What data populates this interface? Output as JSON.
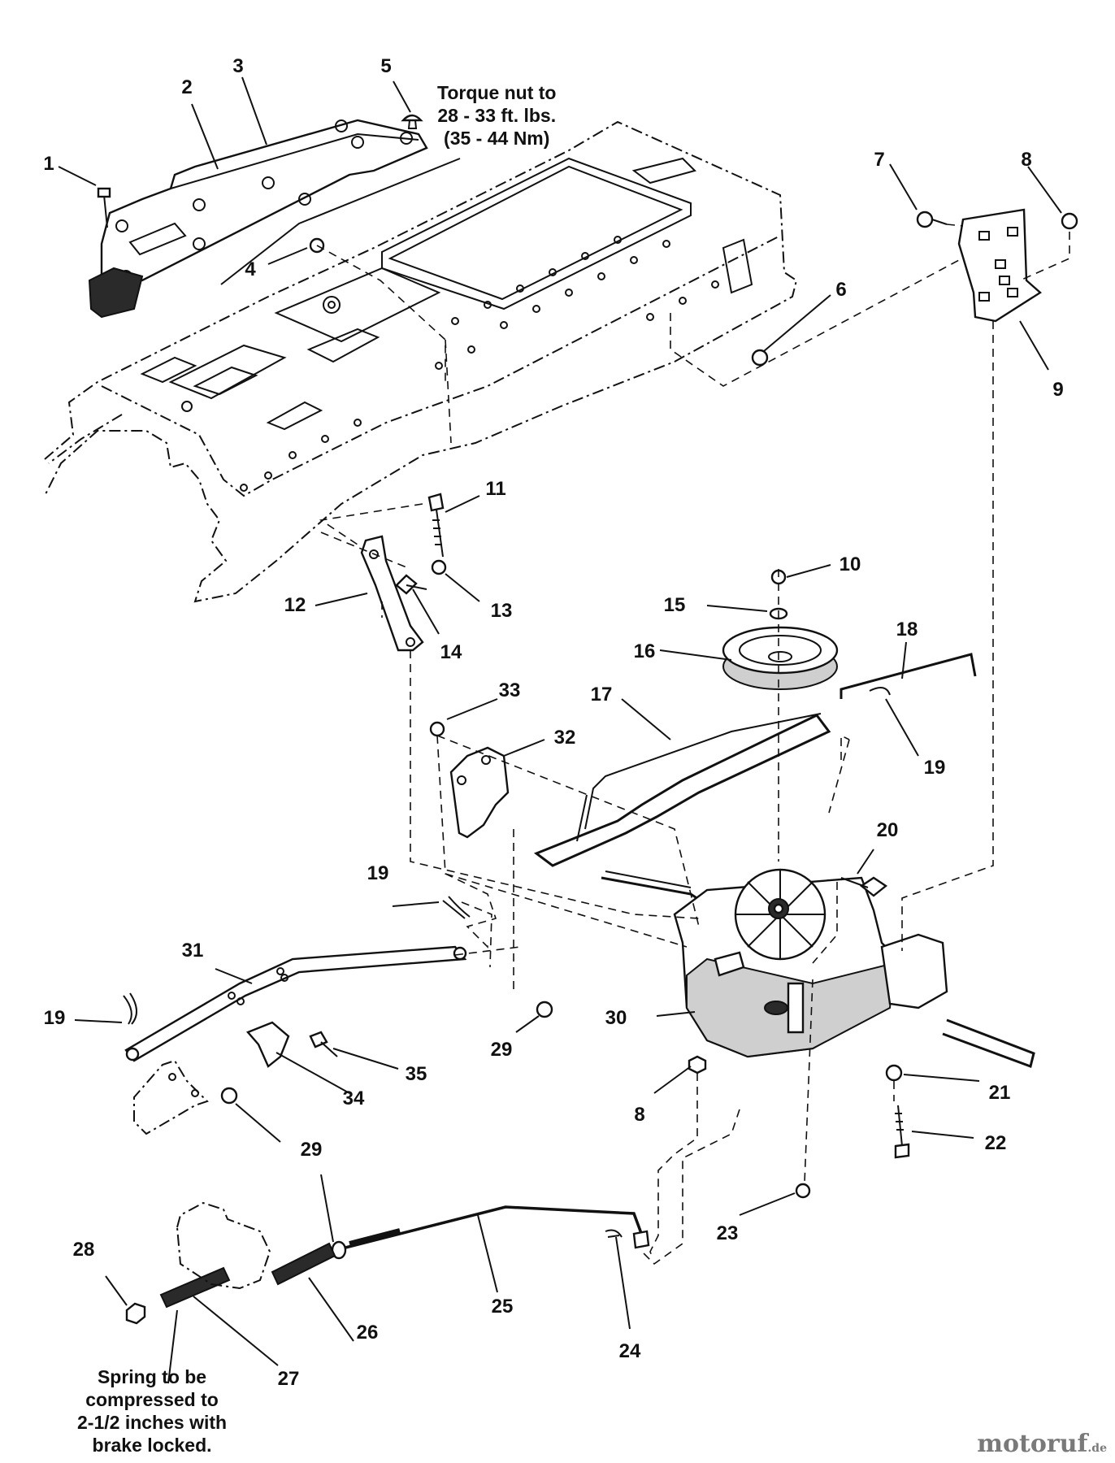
{
  "callouts": {
    "c1": "1",
    "c2": "2",
    "c3": "3",
    "c4": "4",
    "c5": "5",
    "c6": "6",
    "c7": "7",
    "c8a": "8",
    "c8b": "8",
    "c9": "9",
    "c10": "10",
    "c11": "11",
    "c12": "12",
    "c13": "13",
    "c14": "14",
    "c15": "15",
    "c16": "16",
    "c17": "17",
    "c18": "18",
    "c19a": "19",
    "c19b": "19",
    "c19c": "19",
    "c20": "20",
    "c21": "21",
    "c22": "22",
    "c23": "23",
    "c24": "24",
    "c25": "25",
    "c26": "26",
    "c27": "27",
    "c28": "28",
    "c29a": "29",
    "c29b": "29",
    "c30": "30",
    "c31": "31",
    "c32": "32",
    "c33": "33",
    "c34": "34",
    "c35": "35"
  },
  "notes": {
    "torque": [
      "Torque nut to",
      "28 - 33 ft. lbs.",
      "(35 - 44 Nm)"
    ],
    "spring": [
      "Spring to be",
      "compressed to",
      "2-1/2 inches with",
      "brake locked."
    ]
  },
  "watermark": {
    "main": "motoruf",
    "suffix": ".de"
  }
}
